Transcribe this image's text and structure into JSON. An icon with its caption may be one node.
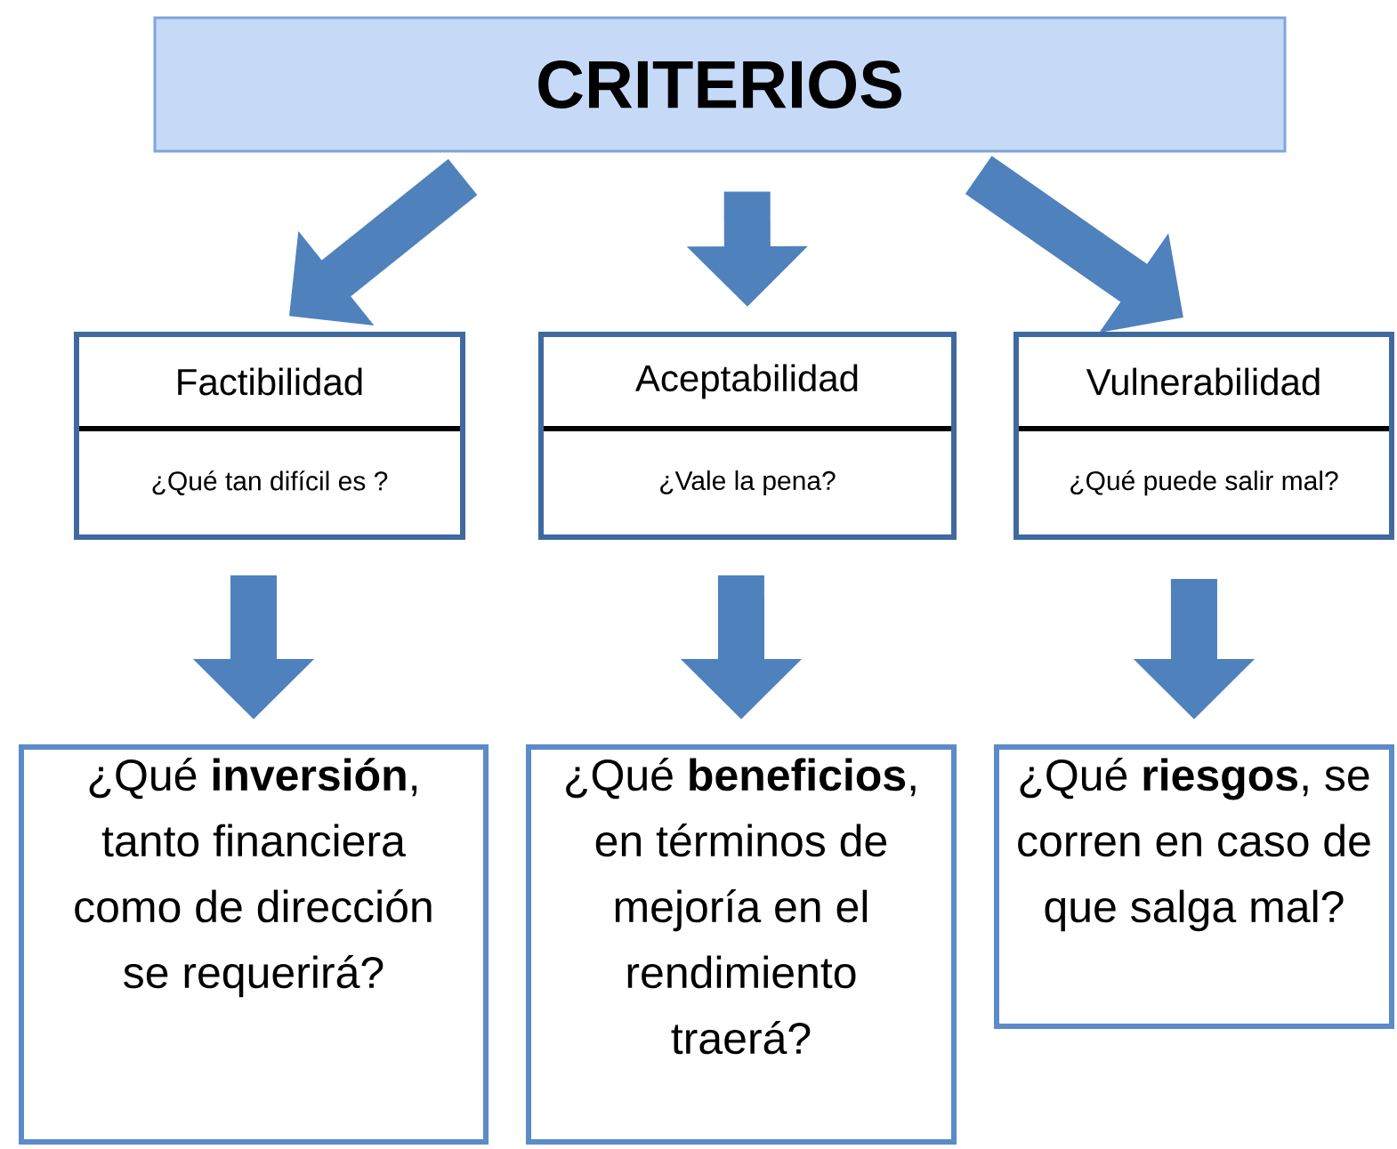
{
  "diagram": {
    "nodes": [
      {
        "text": [
          "CRITERIOS"
        ]
      },
      {
        "text": [
          "Factibilidad",
          "¿Qué tan difícil es ?"
        ]
      },
      {
        "text": [
          "Aceptabilidad",
          "¿Vale la pena?"
        ]
      },
      {
        "text": [
          "Vulnerabilidad",
          "¿Qué puede salir mal?"
        ]
      },
      {
        "text": [
          "¿Qué **inversión**, tanto financiera como de dirección se requerirá?"
        ]
      },
      {
        "text": [
          "¿Qué **beneficios**, en términos de mejoría en el rendimiento traerá?"
        ]
      },
      {
        "text": [
          "¿Qué **riesgos**, se corren en caso de que salga mal?"
        ]
      }
    ],
    "edges": [
      {
        "from": 0,
        "to": 1,
        "arrow": "to"
      },
      {
        "from": 0,
        "to": 2,
        "arrow": "to"
      },
      {
        "from": 0,
        "to": 3,
        "arrow": "to"
      },
      {
        "from": 1,
        "to": 4,
        "arrow": "to"
      },
      {
        "from": 2,
        "to": 5,
        "arrow": "to"
      },
      {
        "from": 3,
        "to": 6,
        "arrow": "to"
      }
    ]
  }
}
